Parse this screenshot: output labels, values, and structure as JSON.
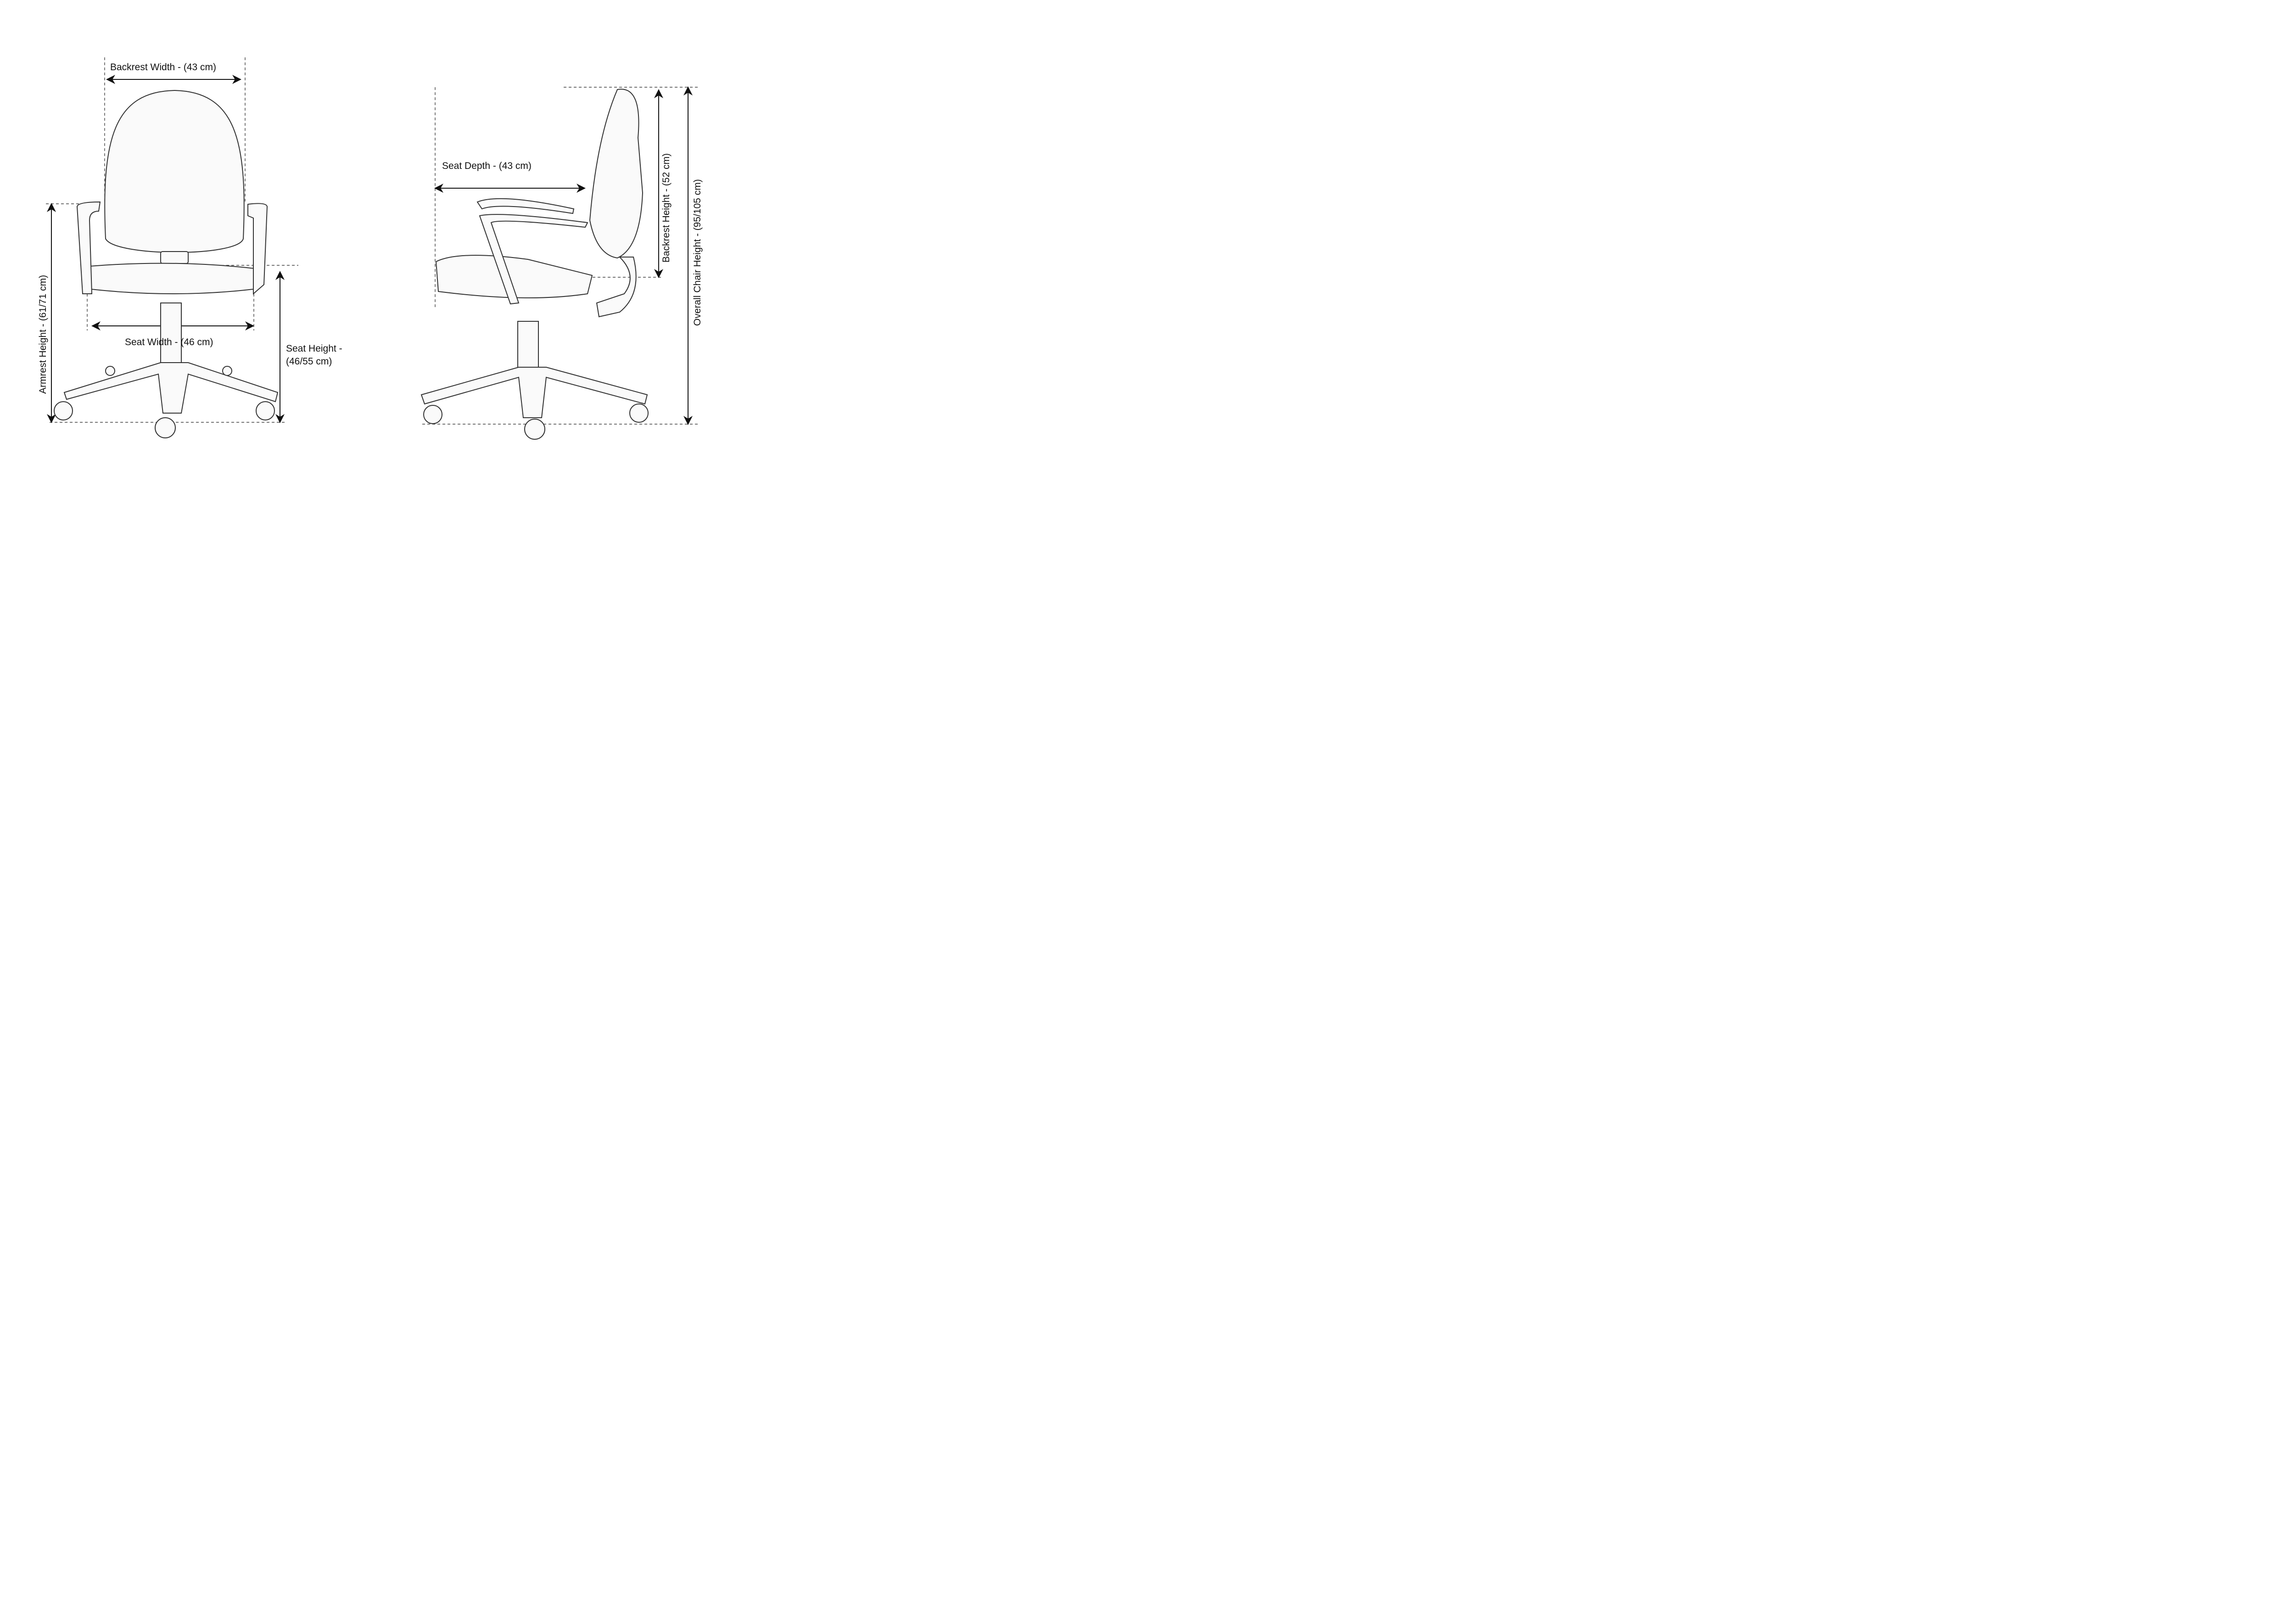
{
  "front_view": {
    "backrest_width": "Backrest Width - (43 cm)",
    "seat_width": "Seat Width - (46 cm)",
    "armrest_height": "Armrest Height  - (61/71 cm)",
    "seat_height_line1": "Seat Height -",
    "seat_height_line2": "(46/55 cm)"
  },
  "side_view": {
    "seat_depth": "Seat Depth - (43 cm)",
    "backrest_height": "Backrest  Height  - (52 cm)",
    "overall_height": "Overall Chair Height  - (95/105 cm)"
  }
}
